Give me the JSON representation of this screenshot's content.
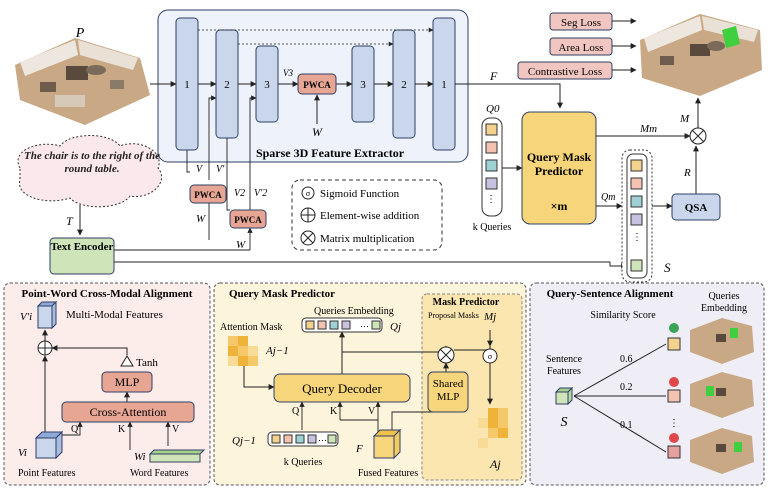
{
  "top": {
    "input_label": "P",
    "extractor_title": "Sparse 3D Feature Extractor",
    "encoder_levels": [
      "1",
      "2",
      "3"
    ],
    "decoder_levels": [
      "3",
      "2",
      "1"
    ],
    "pwca_label": "PWCA",
    "v3_label": "V3",
    "w_label": "W",
    "f_label": "F",
    "v_label": "V",
    "v_prime_label": "V'",
    "v2_label": "V2",
    "v2_prime_label": "V'2",
    "text_bubble": "The chair is to the right of the round table.",
    "t_label": "T",
    "text_encoder": "Text Encoder",
    "losses": [
      "Seg Loss",
      "Area Loss",
      "Contrastive Loss"
    ],
    "q0_label": "Q0",
    "k_queries": "k Queries",
    "qmp_title": "Query Mask Predictor",
    "qmp_times": "×m",
    "qm_label": "Qm",
    "mm_label": "Mm",
    "m_hat_label": "M",
    "r_label": "R",
    "qsa_label": "QSA",
    "s_label": "S"
  },
  "legend": {
    "sigmoid": "Sigmoid Function",
    "addition": "Element-wise addition",
    "matmul": "Matrix multiplication",
    "sigma": "σ"
  },
  "panel1": {
    "title": "Point-Word Cross-Modal Alignment",
    "vprime": "V'i",
    "mm_features": "Multi-Modal Features",
    "tanh": "Tanh",
    "mlp": "MLP",
    "cross_attention": "Cross-Attention",
    "q": "Q",
    "k": "K",
    "v": "V",
    "vi": "Vi",
    "wi": "Wi",
    "point_features": "Point Features",
    "word_features": "Word Features"
  },
  "panel2": {
    "title": "Query Mask Predictor",
    "attention_mask": "Attention Mask",
    "a_prev": "Aj−1",
    "queries_embedding": "Queries  Embedding",
    "qj": "Qj",
    "query_decoder": "Query Decoder",
    "q": "Q",
    "k": "K",
    "v": "V",
    "qj_prev": "Qj−1",
    "k_queries": "k Queries",
    "f": "F",
    "fused_features": "Fused Features",
    "mask_predictor": "Mask Predictor",
    "proposal_masks": "Proposal Masks",
    "mj": "Mj",
    "shared_mlp": "Shared MLP",
    "aj": "Aj"
  },
  "panel3": {
    "title": "Query-Sentence Alignment",
    "queries_embedding": "Queries Embedding",
    "similarity_score": "Similarity Score",
    "sentence_features": "Sentence Features",
    "s": "S",
    "scores": [
      "0.6",
      "0.2",
      "0.1"
    ]
  },
  "colors": {
    "blue_block": "#c9d6ec",
    "blue_stroke": "#2f3f66",
    "extractor_bg": "#eef2fa",
    "pwca_fill": "#e7a593",
    "loss_fill": "#f2c6c0",
    "qmp_fill": "#f7d57a",
    "text_encoder_fill": "#cfe4b9",
    "panel1_bg": "#fcecea",
    "panel2_bg": "#fdf4dc",
    "panel3_bg": "#efedf6",
    "query_colors": [
      "#f2d28c",
      "#f3c2b1",
      "#9fd0d3",
      "#c8c1e0"
    ]
  }
}
